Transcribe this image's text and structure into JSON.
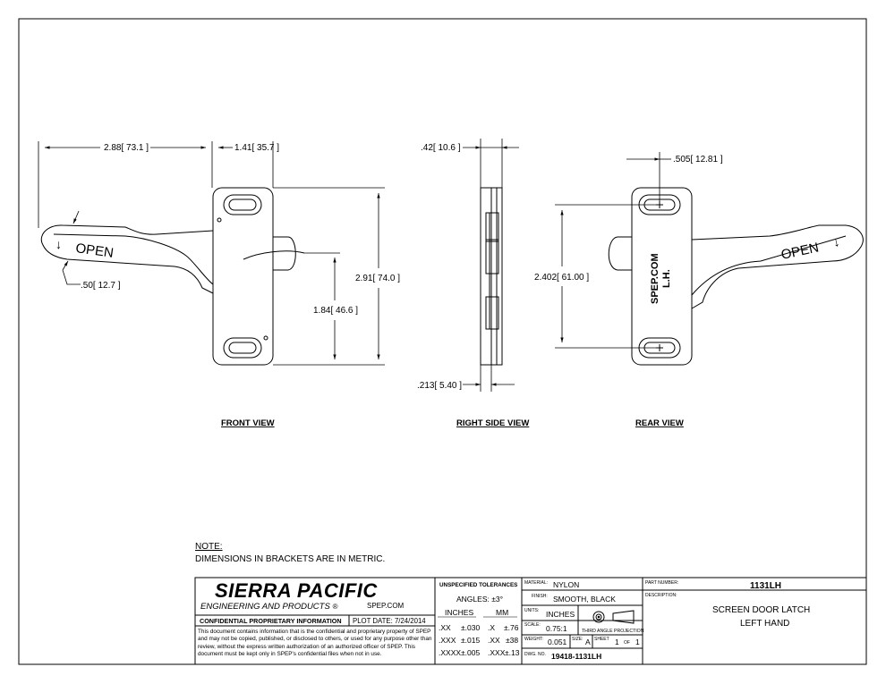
{
  "views": {
    "front": "FRONT VIEW",
    "side": "RIGHT SIDE VIEW",
    "rear": "REAR VIEW"
  },
  "dims": {
    "front_width": "2.88",
    "front_width_mm": "73.1",
    "front_offset": "1.41",
    "front_offset_mm": "35.7",
    "front_height": "2.91",
    "front_height_mm": "74.0",
    "front_pin": "1.84",
    "front_pin_mm": "46.6",
    "handle_thk": ".50",
    "handle_thk_mm": "12.7",
    "side_top": ".42",
    "side_top_mm": "10.6",
    "side_bottom": ".213",
    "side_bottom_mm": "5.40",
    "rear_slot": ".505",
    "rear_slot_mm": "12.81",
    "rear_holes": "2.402",
    "rear_holes_mm": "61.00"
  },
  "part_text": {
    "open": "OPEN",
    "spep": "SPEP.COM",
    "lh": "L.H."
  },
  "note": {
    "title": "NOTE:",
    "body": "DIMENSIONS IN BRACKETS ARE IN METRIC."
  },
  "title_block": {
    "company": "SIERRA PACIFIC",
    "company_sub": "ENGINEERING AND PRODUCTS",
    "url": "SPEP.COM",
    "confidential": "CONFIDENTIAL PROPRIETARY INFORMATION",
    "plot_date_label": "PLOT DATE:",
    "plot_date": "7/24/2014",
    "confidential_text": "This document contains information that is the confidential and proprietary property of SPEP and may not be copied, published, or disclosed to others, or used for any purpose other than review, without the express written authorization of an authorized officer of SPEP. This document must be kept only in SPEP's confidential files when not in use.",
    "tol_title": "UNSPECIFIED TOLERANCES",
    "angles": "ANGLES: ±3°",
    "inches_hdr": "INCHES",
    "mm_hdr": "MM",
    "tol_rows": [
      {
        "in_k": ".XX",
        "in_v": "±.030",
        "mm_k": ".X",
        "mm_v": "±.76"
      },
      {
        "in_k": ".XXX",
        "in_v": "±.015",
        "mm_k": ".XX",
        "mm_v": "±38"
      },
      {
        "in_k": ".XXXX",
        "in_v": "±.005",
        "mm_k": ".XXX",
        "mm_v": "±.13"
      }
    ],
    "material_label": "MATERIAL:",
    "material": "NYLON",
    "finish_label": "FINISH:",
    "finish": "SMOOTH, BLACK",
    "units_label": "UNITS:",
    "units": "INCHES",
    "scale_label": "SCALE:",
    "scale": "0.75:1",
    "projection": "THIRD ANGLE PROJECTION",
    "weight_label": "WEIGHT:",
    "weight": "0.051",
    "size_label": "SIZE:",
    "size": "A",
    "sheet_label": "SHEET",
    "sheet": "1",
    "of_label": "OF",
    "sheets": "1",
    "dwg_label": "DWG. NO.",
    "dwg": "19418-1131LH",
    "part_label": "PART NUMBER:",
    "part": "1131LH",
    "desc_label": "DESCRIPTION:",
    "desc1": "SCREEN DOOR LATCH",
    "desc2": "LEFT HAND"
  }
}
